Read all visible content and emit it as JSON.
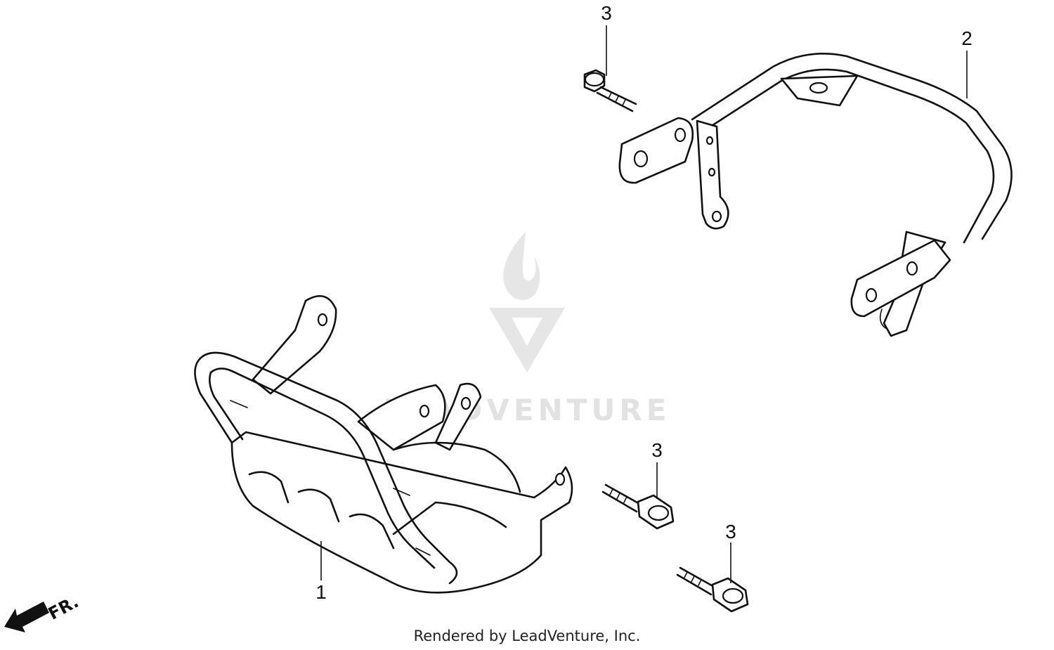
{
  "callouts": {
    "part_1": "1",
    "part_2": "2",
    "part_3_top": "3",
    "part_3_mid": "3",
    "part_3_low": "3"
  },
  "direction_label": "FR.",
  "watermark": "LEADVENTURE",
  "credit": "Rendered by LeadVenture, Inc.",
  "colors": {
    "line": "#111111",
    "background": "#ffffff",
    "watermark": "#e2e2e2"
  }
}
